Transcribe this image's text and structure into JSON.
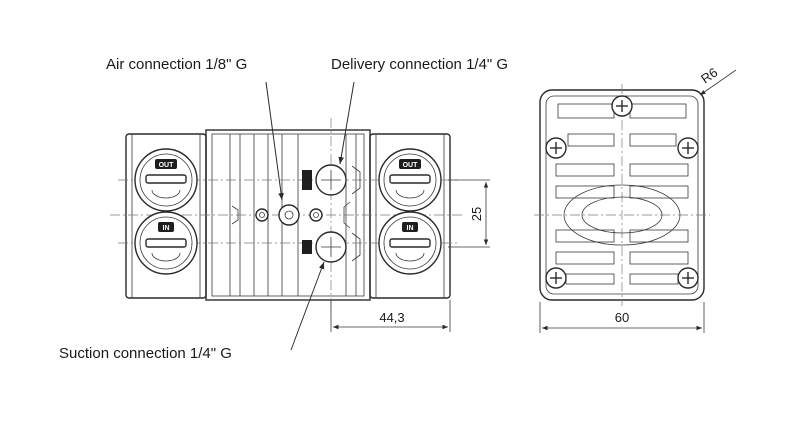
{
  "callouts": {
    "air": "Air connection 1/8\" G",
    "delivery": "Delivery connection 1/4\" G",
    "suction": "Suction connection 1/4\" G"
  },
  "dimensions": {
    "port_spacing": "25",
    "length": "44,3",
    "width": "60",
    "corner_radius": "R6"
  },
  "port_tags": {
    "out": "OUT",
    "in": "IN"
  }
}
